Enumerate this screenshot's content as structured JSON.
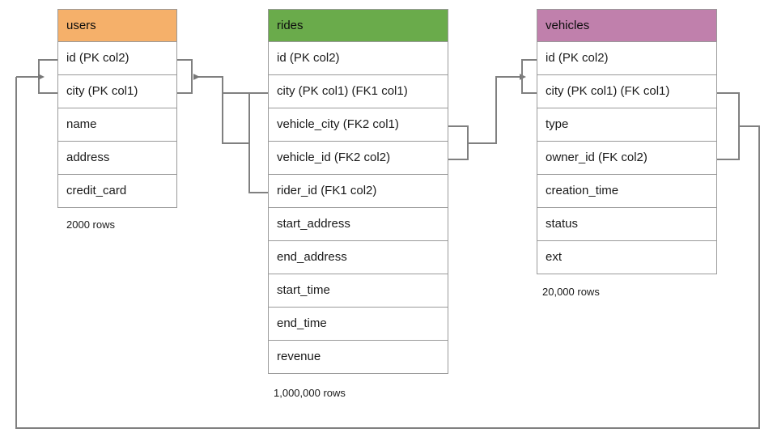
{
  "diagram": {
    "title": "database-schema-er-diagram",
    "type": "entity-relationship-diagram",
    "background": "#ffffff",
    "line_color": "#808080"
  },
  "tables": [
    {
      "name": "users",
      "header_color": "#f5b06a",
      "columns": [
        "id (PK col2)",
        "city (PK col1)",
        "name",
        "address",
        "credit_card"
      ],
      "row_count_label": "2000 rows"
    },
    {
      "name": "rides",
      "header_color": "#6aab4b",
      "columns": [
        "id (PK col2)",
        "city (PK col1) (FK1 col1)",
        "vehicle_city (FK2 col1)",
        "vehicle_id (FK2 col2)",
        "rider_id (FK1 col2)",
        "start_address",
        "end_address",
        "start_time",
        "end_time",
        "revenue"
      ],
      "row_count_label": "1,000,000 rows"
    },
    {
      "name": "vehicles",
      "header_color": "#c080ac",
      "columns": [
        "id (PK col2)",
        "city (PK col1) (FK col1)",
        "type",
        "owner_id (FK col2)",
        "creation_time",
        "status",
        "ext"
      ],
      "row_count_label": "20,000 rows"
    }
  ],
  "relationships": [
    {
      "name": "rides-fk1-to-users",
      "from_table": "rides",
      "from_columns": [
        "city (PK col1) (FK1 col1)",
        "rider_id (FK1 col2)"
      ],
      "to_table": "users",
      "to_columns": [
        "id (PK col2)",
        "city (PK col1)"
      ],
      "arrow": "left"
    },
    {
      "name": "rides-fk2-to-vehicles",
      "from_table": "rides",
      "from_columns": [
        "vehicle_city (FK2 col1)",
        "vehicle_id (FK2 col2)"
      ],
      "to_table": "vehicles",
      "to_columns": [
        "id (PK col2)",
        "city (PK col1) (FK col1)"
      ],
      "arrow": "right"
    },
    {
      "name": "vehicles-fk-to-users",
      "from_table": "vehicles",
      "from_columns": [
        "city (PK col1) (FK col1)",
        "owner_id (FK col2)"
      ],
      "to_table": "users",
      "to_columns": [
        "id (PK col2)",
        "city (PK col1)"
      ],
      "arrow": "right"
    }
  ]
}
